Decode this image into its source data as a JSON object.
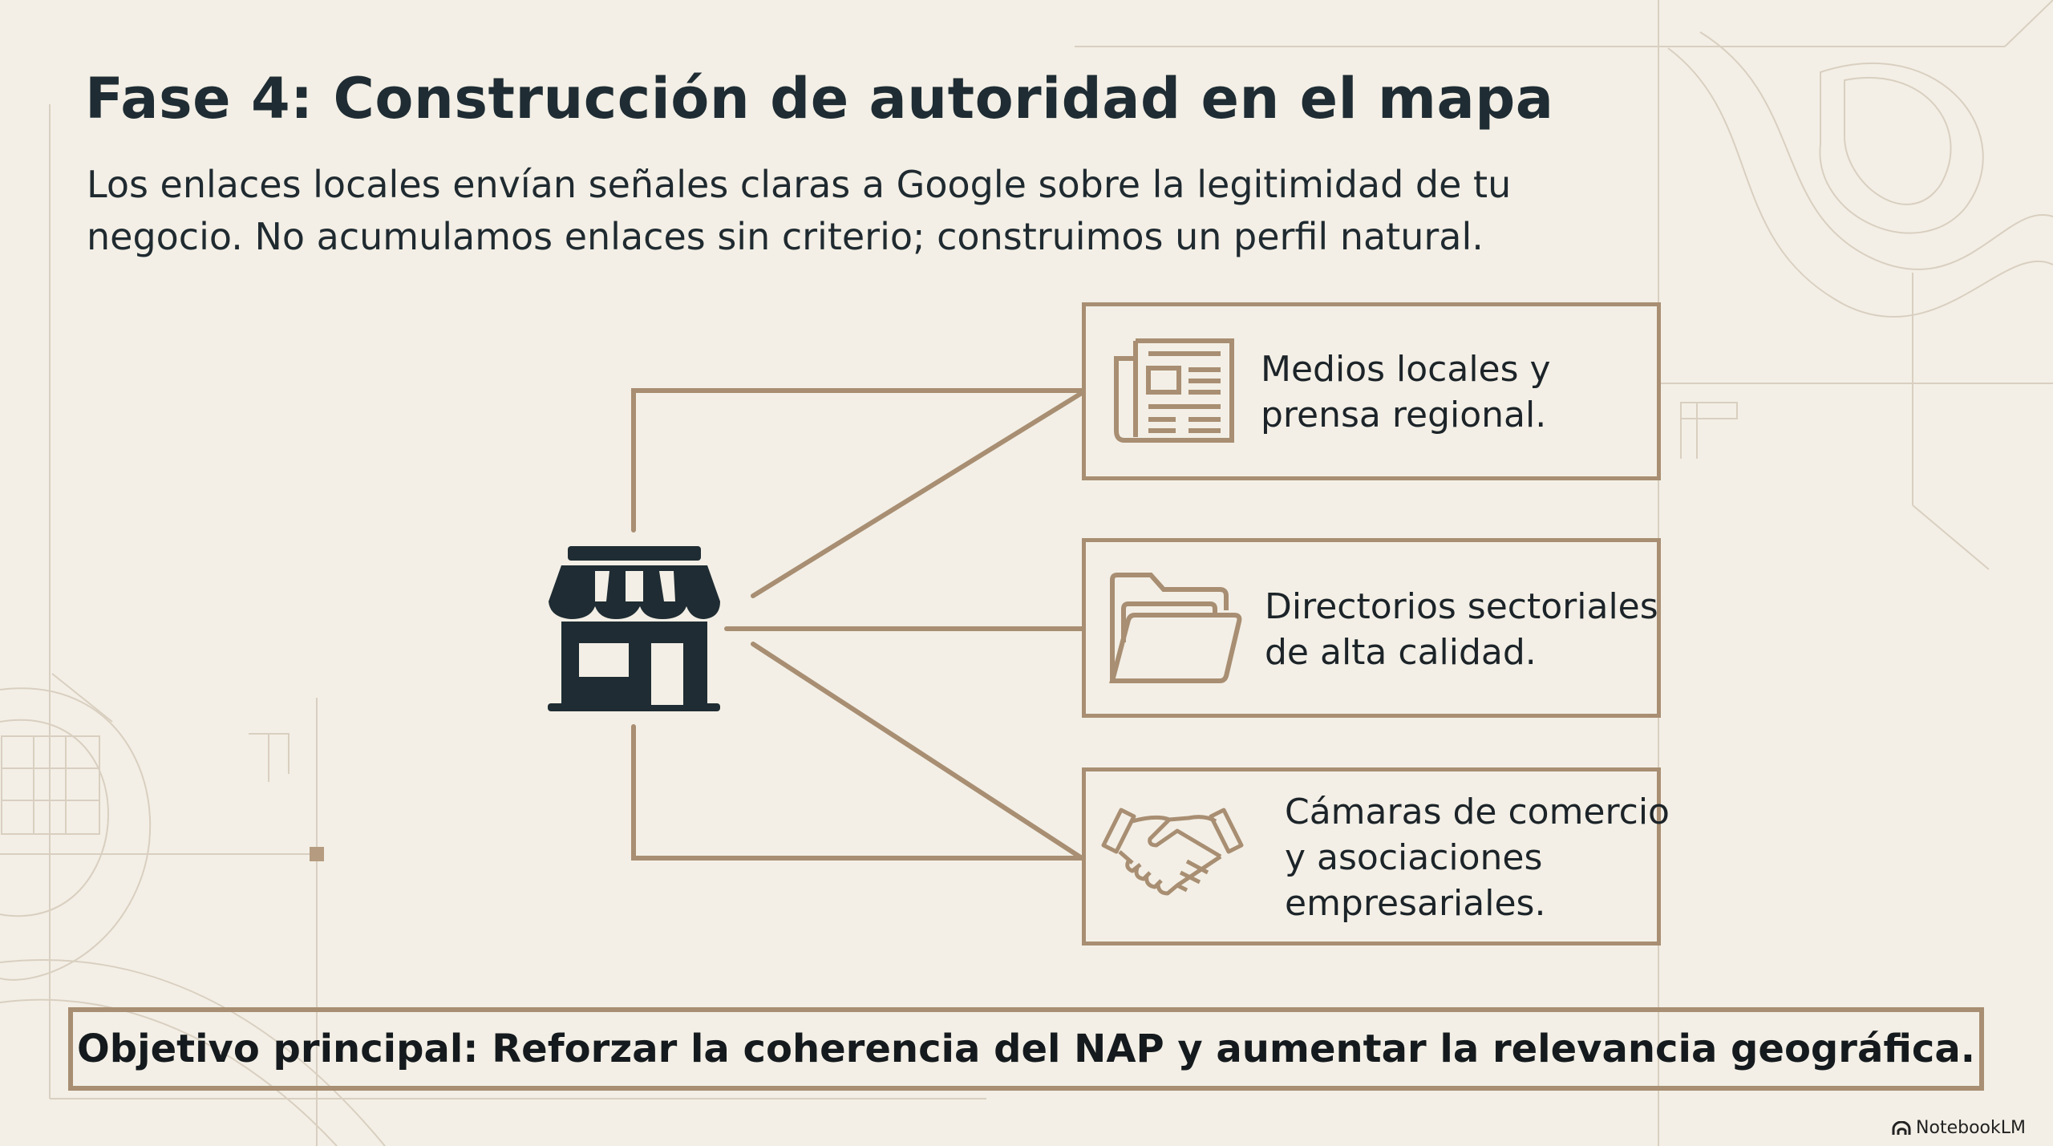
{
  "slide": {
    "title": "Fase 4: Construcción de autoridad en el mapa",
    "subtitle_line1": "Los enlaces locales envían señales claras a Google sobre la legitimidad de tu",
    "subtitle_line2": "negocio. No acumulamos enlaces sin criterio; construimos un perfil natural."
  },
  "diagram": {
    "center_icon": "storefront-icon",
    "items": [
      {
        "icon": "newspaper-icon",
        "line1": "Medios locales y",
        "line2": "prensa regional."
      },
      {
        "icon": "folder-icon",
        "line1": "Directorios sectoriales",
        "line2": "de alta calidad."
      },
      {
        "icon": "handshake-icon",
        "line1": "Cámaras de comercio",
        "line2": "y asociaciones",
        "line3": "empresariales."
      }
    ]
  },
  "banner": {
    "text": "Objetivo principal: Reforzar la coherencia del NAP y aumentar la relevancia geográfica."
  },
  "brand": {
    "label": "NotebookLM"
  },
  "colors": {
    "background": "#f3efe6",
    "accent": "#a88e72",
    "text": "#1f2c33"
  }
}
